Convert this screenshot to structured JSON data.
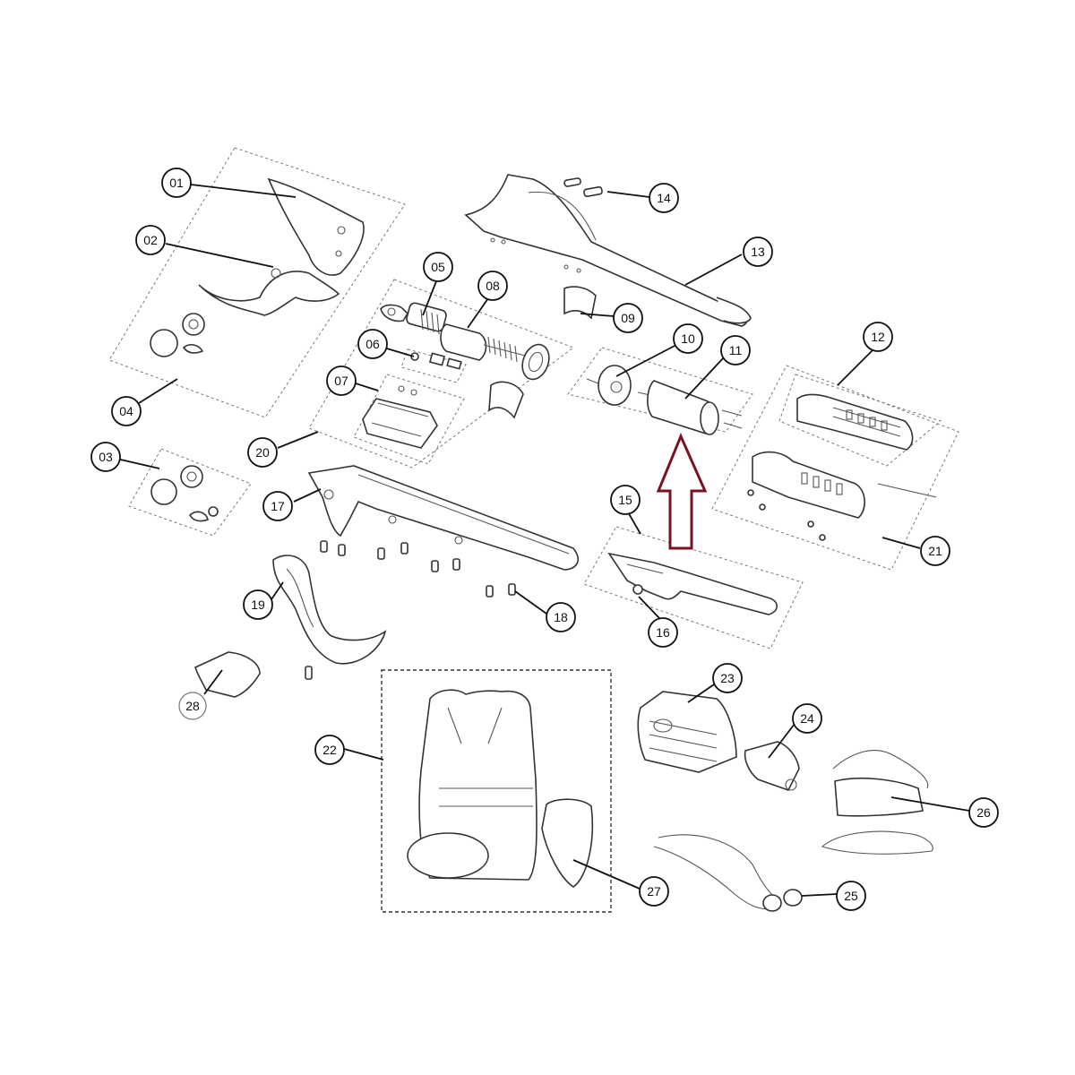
{
  "callouts": {
    "c01": "01",
    "c02": "02",
    "c03": "03",
    "c04": "04",
    "c05": "05",
    "c06": "06",
    "c07": "07",
    "c08": "08",
    "c09": "09",
    "c10": "10",
    "c11": "11",
    "c12": "12",
    "c13": "13",
    "c14": "14",
    "c15": "15",
    "c16": "16",
    "c17": "17",
    "c18": "18",
    "c19": "19",
    "c20": "20",
    "c21": "21",
    "c22": "22",
    "c23": "23",
    "c24": "24",
    "c25": "25",
    "c26": "26",
    "c27": "27",
    "c28": "28"
  },
  "colors": {
    "highlight_arrow": "#7a1222",
    "line": "#333333"
  }
}
